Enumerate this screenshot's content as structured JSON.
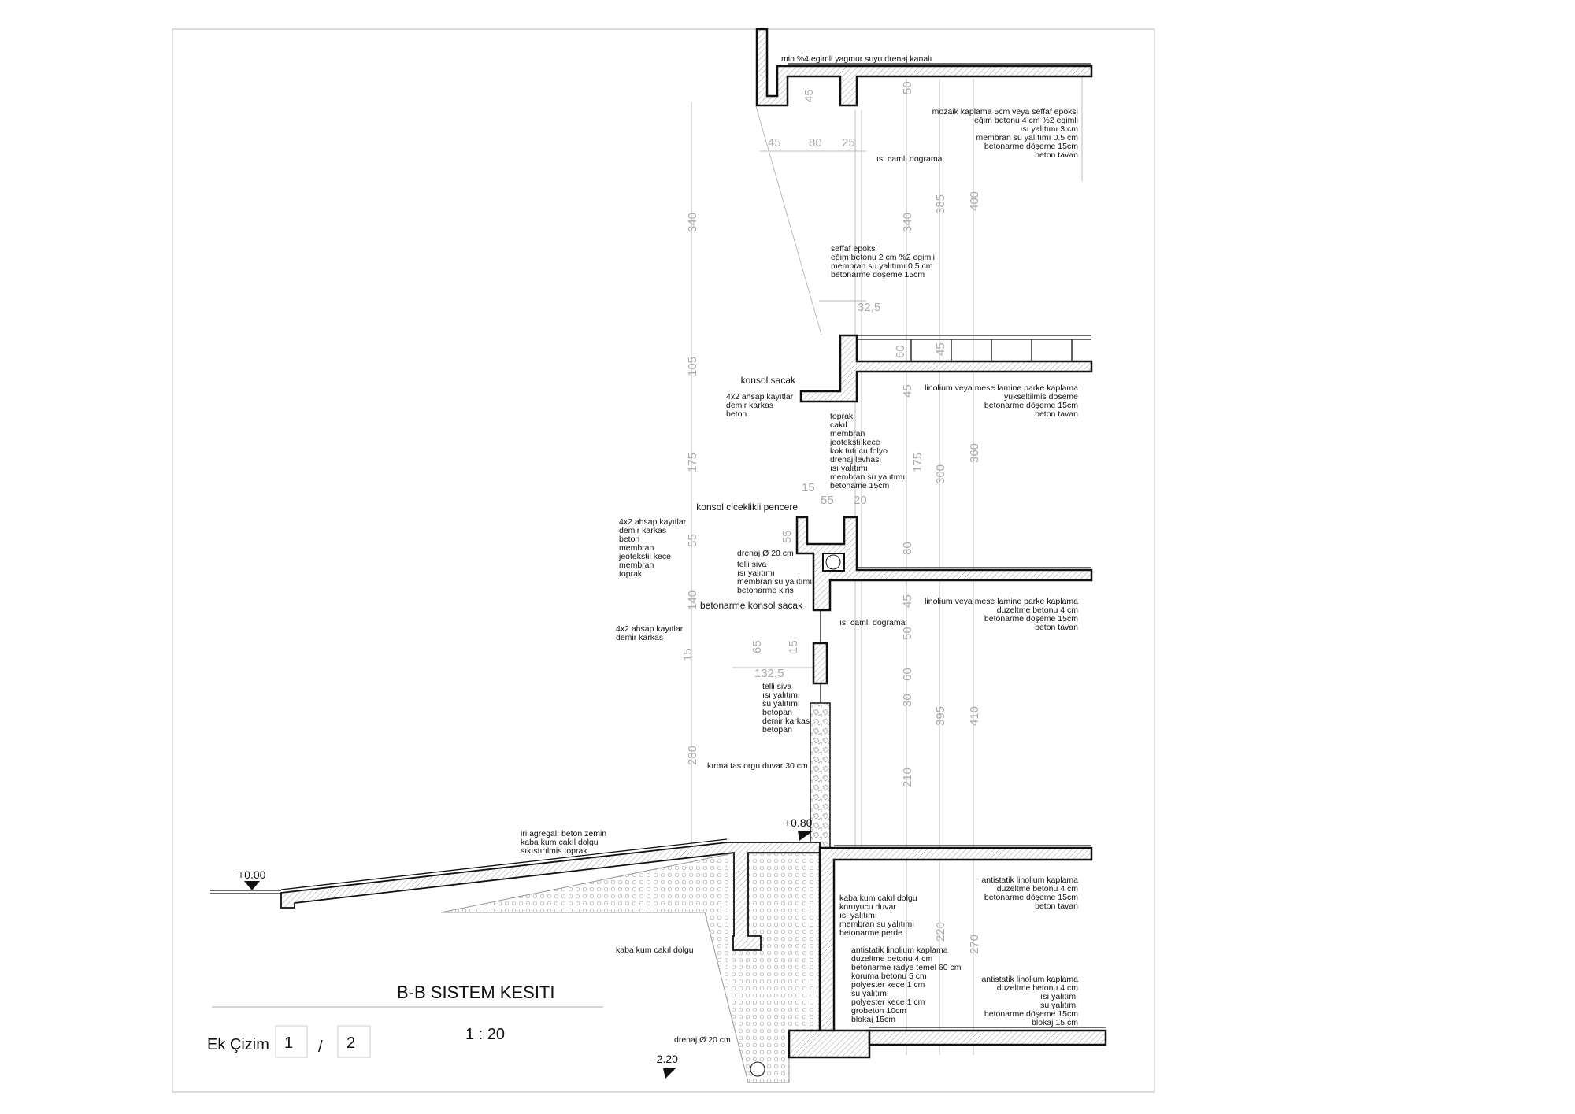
{
  "title": "B-B   SISTEM KESITI",
  "scale": "1 : 20",
  "sheet": {
    "label": "Ek Çizim",
    "current": "1",
    "separator": "/",
    "total": "2"
  },
  "levels": {
    "ground": "+0.00",
    "floor": "+0.80",
    "foundation": "-2.20"
  },
  "notes": {
    "roof_drain": "min %4 egimli yagmur suyu drenaj kanalı",
    "roof": [
      "mozaik kaplama 5cm veya seffaf epoksi",
      "eğim betonu 4 cm %2 egimli",
      "ısı yalıtımı 3 cm",
      "membran su yalıtımı 0.5 cm",
      "betonarme döşeme 15cm",
      "beton tavan"
    ],
    "glazing_1": "ısı camlı dograma",
    "terrace": [
      "seffaf epoksi",
      "eğim betonu 2 cm %2 egimli",
      "membran su yalıtımı 0.5 cm",
      "betonarme döşeme 15cm"
    ],
    "eave": "konsol sacak",
    "eave_layers": [
      "4x2 ahsap kayıtlar",
      "demir  karkas",
      "beton"
    ],
    "green": [
      "toprak",
      "cakıl",
      "membran",
      "jeoteksti kece",
      "kok tutucu folyo",
      "drenaj levhasi",
      "ısı yalıtımı",
      "membran su yalıtımı",
      "betoname 15cm"
    ],
    "floor_1": [
      "linolium veya mese lamine parke kaplama",
      "yukseltilmis doseme",
      "betonarme döşeme 15cm",
      "beton tavan"
    ],
    "planter": "konsol ciceklikli pencere",
    "planter_layers": [
      "4x2 ahsap kayıtlar",
      "demir  karkas",
      "beton",
      "membran",
      "jeotekstil kece",
      "membran",
      "toprak"
    ],
    "drain": "drenaj Ø 20 cm",
    "beam_layers": [
      "telli siva",
      "ısı yalıtımı",
      "membran su yalıtımı",
      "betonarme kiris"
    ],
    "concrete_eave": "betonarme konsol sacak",
    "glazing_2": "ısı camlı dograma",
    "floor_2": [
      "linolium veya mese lamine parke kaplama",
      "duzeltme betonu 4 cm",
      "betonarme döşeme 15cm",
      "beton tavan"
    ],
    "sill_layers": [
      "4x2 ahsap kayıtlar",
      "demir  karkas"
    ],
    "panel_layers": [
      "telli siva",
      "ısı yalıtımı",
      "su yalıtımı",
      "betopan",
      "demir karkas",
      "betopan"
    ],
    "stone_wall": "kırma tas orgu duvar 30 cm",
    "ramp": [
      "iri agregalı beton zemin",
      "kaba kum cakıl dolgu",
      "sıkıstırılmis toprak"
    ],
    "floor_0": [
      "antistatik linolium kaplama",
      "duzeltme betonu 4 cm",
      "betonarme döşeme 15cm",
      "beton tavan"
    ],
    "retaining": [
      "kaba kum cakıl dolgu",
      "koruyucu duvar",
      "ısı yalıtımı",
      "membran su yalıtımı",
      "betonarme perde"
    ],
    "raft": [
      "antistatik linolium kaplama",
      "duzeltme betonu 4 cm",
      "betonarme radye temel 60 cm",
      "koruma betonu 5 cm",
      "polyester kece 1 cm",
      "su yalıtımı",
      "polyester kece 1 cm",
      "grobeton 10cm",
      "blokaj 15cm"
    ],
    "basement": [
      "antistatik linolium kaplama",
      "duzeltme betonu 4 cm",
      "ısı yalıtımı",
      "su yalıtımı",
      "betonarme döşeme 15cm",
      "blokaj 15 cm"
    ],
    "fill": "kaba kum cakıl dolgu",
    "drain_bottom": "drenaj Ø 20 cm"
  },
  "dimensions": [
    "340",
    "105",
    "175",
    "55",
    "140",
    "15",
    "280",
    "340",
    "175",
    "385",
    "300",
    "400",
    "360",
    "395",
    "410",
    "210",
    "270",
    "220",
    "45",
    "45",
    "80",
    "25",
    "50",
    "32,5",
    "60",
    "45",
    "45",
    "55",
    "20",
    "15",
    "80",
    "45",
    "50",
    "60",
    "30",
    "65",
    "15",
    "132,5",
    "55"
  ]
}
